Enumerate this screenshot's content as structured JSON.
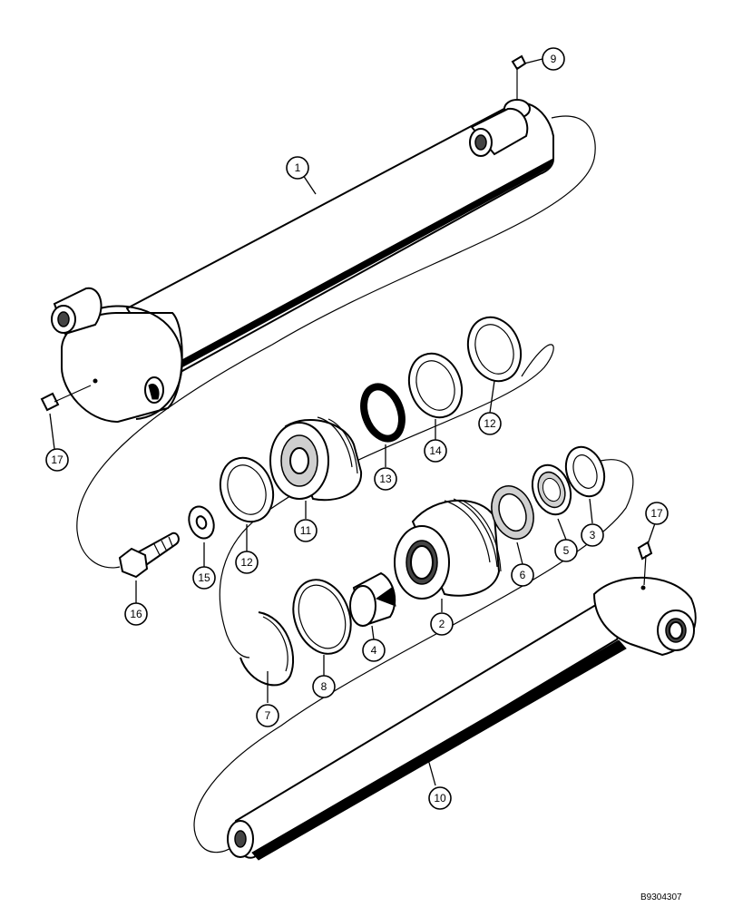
{
  "figure_code": "B9304307",
  "callouts": [
    {
      "id": "c1",
      "label": "1"
    },
    {
      "id": "c2",
      "label": "2"
    },
    {
      "id": "c3",
      "label": "3"
    },
    {
      "id": "c4",
      "label": "4"
    },
    {
      "id": "c5",
      "label": "5"
    },
    {
      "id": "c6",
      "label": "6"
    },
    {
      "id": "c7",
      "label": "7"
    },
    {
      "id": "c8",
      "label": "8"
    },
    {
      "id": "c9",
      "label": "9"
    },
    {
      "id": "c10",
      "label": "10"
    },
    {
      "id": "c11",
      "label": "11"
    },
    {
      "id": "c12a",
      "label": "12"
    },
    {
      "id": "c12b",
      "label": "12"
    },
    {
      "id": "c13",
      "label": "13"
    },
    {
      "id": "c14",
      "label": "14"
    },
    {
      "id": "c15",
      "label": "15"
    },
    {
      "id": "c16",
      "label": "16"
    },
    {
      "id": "c17a",
      "label": "17"
    },
    {
      "id": "c17b",
      "label": "17"
    }
  ]
}
